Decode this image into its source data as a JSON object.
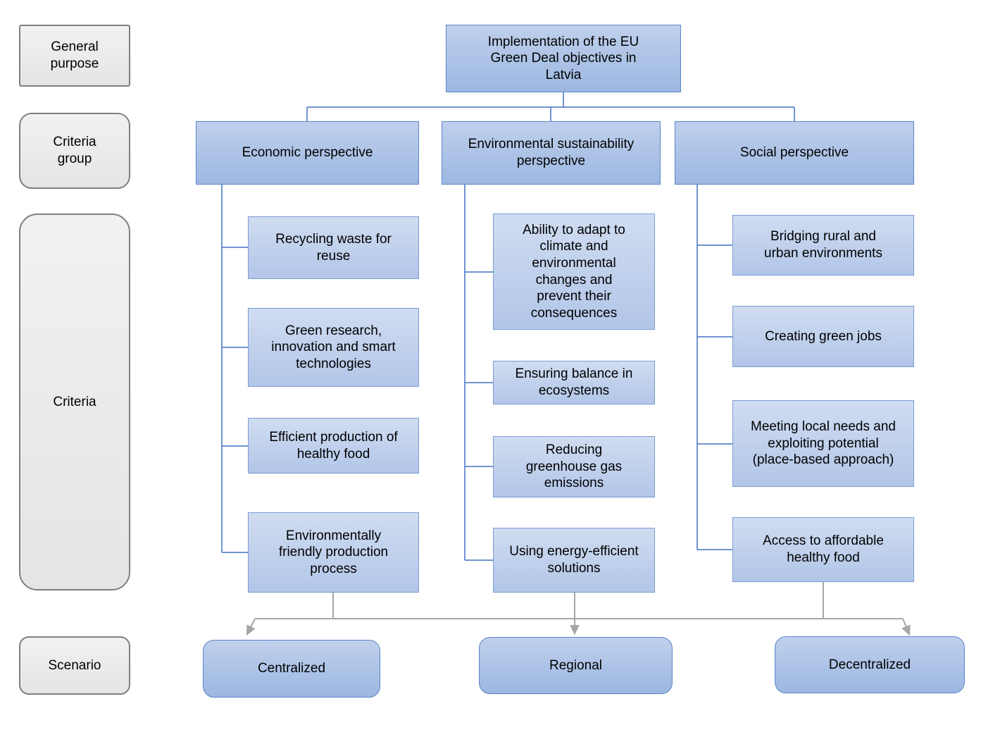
{
  "side_labels": {
    "general_purpose": "General purpose",
    "criteria_group": "Criteria group",
    "criteria": "Criteria",
    "scenario": "Scenario"
  },
  "goal": {
    "label": "Implementation of the EU Green Deal objectives in Latvia"
  },
  "criteria_groups": [
    {
      "label": "Economic perspective",
      "criteria": [
        "Recycling waste for reuse",
        "Green research, innovation and smart technologies",
        "Efficient production of healthy food",
        "Environmentally friendly production process"
      ]
    },
    {
      "label": "Environmental sustainability perspective",
      "criteria": [
        "Ability to adapt to climate and environmental changes and prevent their consequences",
        "Ensuring balance in ecosystems",
        "Reducing greenhouse gas emissions",
        "Using energy-efficient solutions"
      ]
    },
    {
      "label": "Social perspective",
      "criteria": [
        "Bridging rural and urban environments",
        "Creating green jobs",
        "Meeting local needs and exploiting potential (place-based approach)",
        "Access to affordable healthy food"
      ]
    }
  ],
  "scenarios": [
    "Centralized",
    "Regional",
    "Decentralized"
  ],
  "colors": {
    "node_fill_top": "#bfd0ec",
    "node_fill_bottom": "#9cb7e1",
    "node_border": "#5b86c8",
    "criterion_fill_top": "#d0dcf1",
    "criterion_fill_bottom": "#b2c6e8",
    "criterion_border": "#7a9bd4",
    "side_label_fill": "#ededee",
    "side_label_border": "#7f7f7f",
    "connector_blue": "#4472c4",
    "connector_gray": "#a6a6a6",
    "text": "#000000"
  }
}
